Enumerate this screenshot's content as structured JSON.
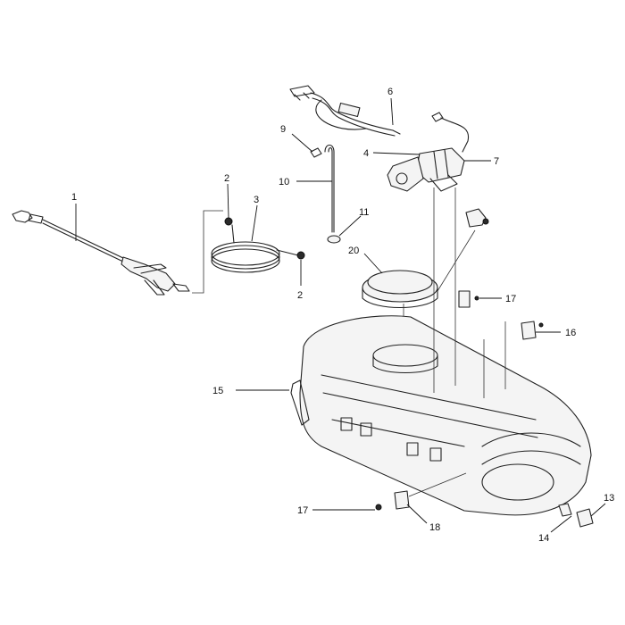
{
  "diagram": {
    "callouts": [
      {
        "id": "c1",
        "label": "1"
      },
      {
        "id": "c2a",
        "label": "2"
      },
      {
        "id": "c2b",
        "label": "2"
      },
      {
        "id": "c3",
        "label": "3"
      },
      {
        "id": "c4",
        "label": "4"
      },
      {
        "id": "c6",
        "label": "6"
      },
      {
        "id": "c7",
        "label": "7"
      },
      {
        "id": "c9",
        "label": "9"
      },
      {
        "id": "c10",
        "label": "10"
      },
      {
        "id": "c11",
        "label": "11"
      },
      {
        "id": "c13",
        "label": "13"
      },
      {
        "id": "c14",
        "label": "14"
      },
      {
        "id": "c15",
        "label": "15"
      },
      {
        "id": "c16",
        "label": "16"
      },
      {
        "id": "c17a",
        "label": "17"
      },
      {
        "id": "c17b",
        "label": "17"
      },
      {
        "id": "c18",
        "label": "18"
      },
      {
        "id": "c20",
        "label": "20"
      }
    ]
  }
}
